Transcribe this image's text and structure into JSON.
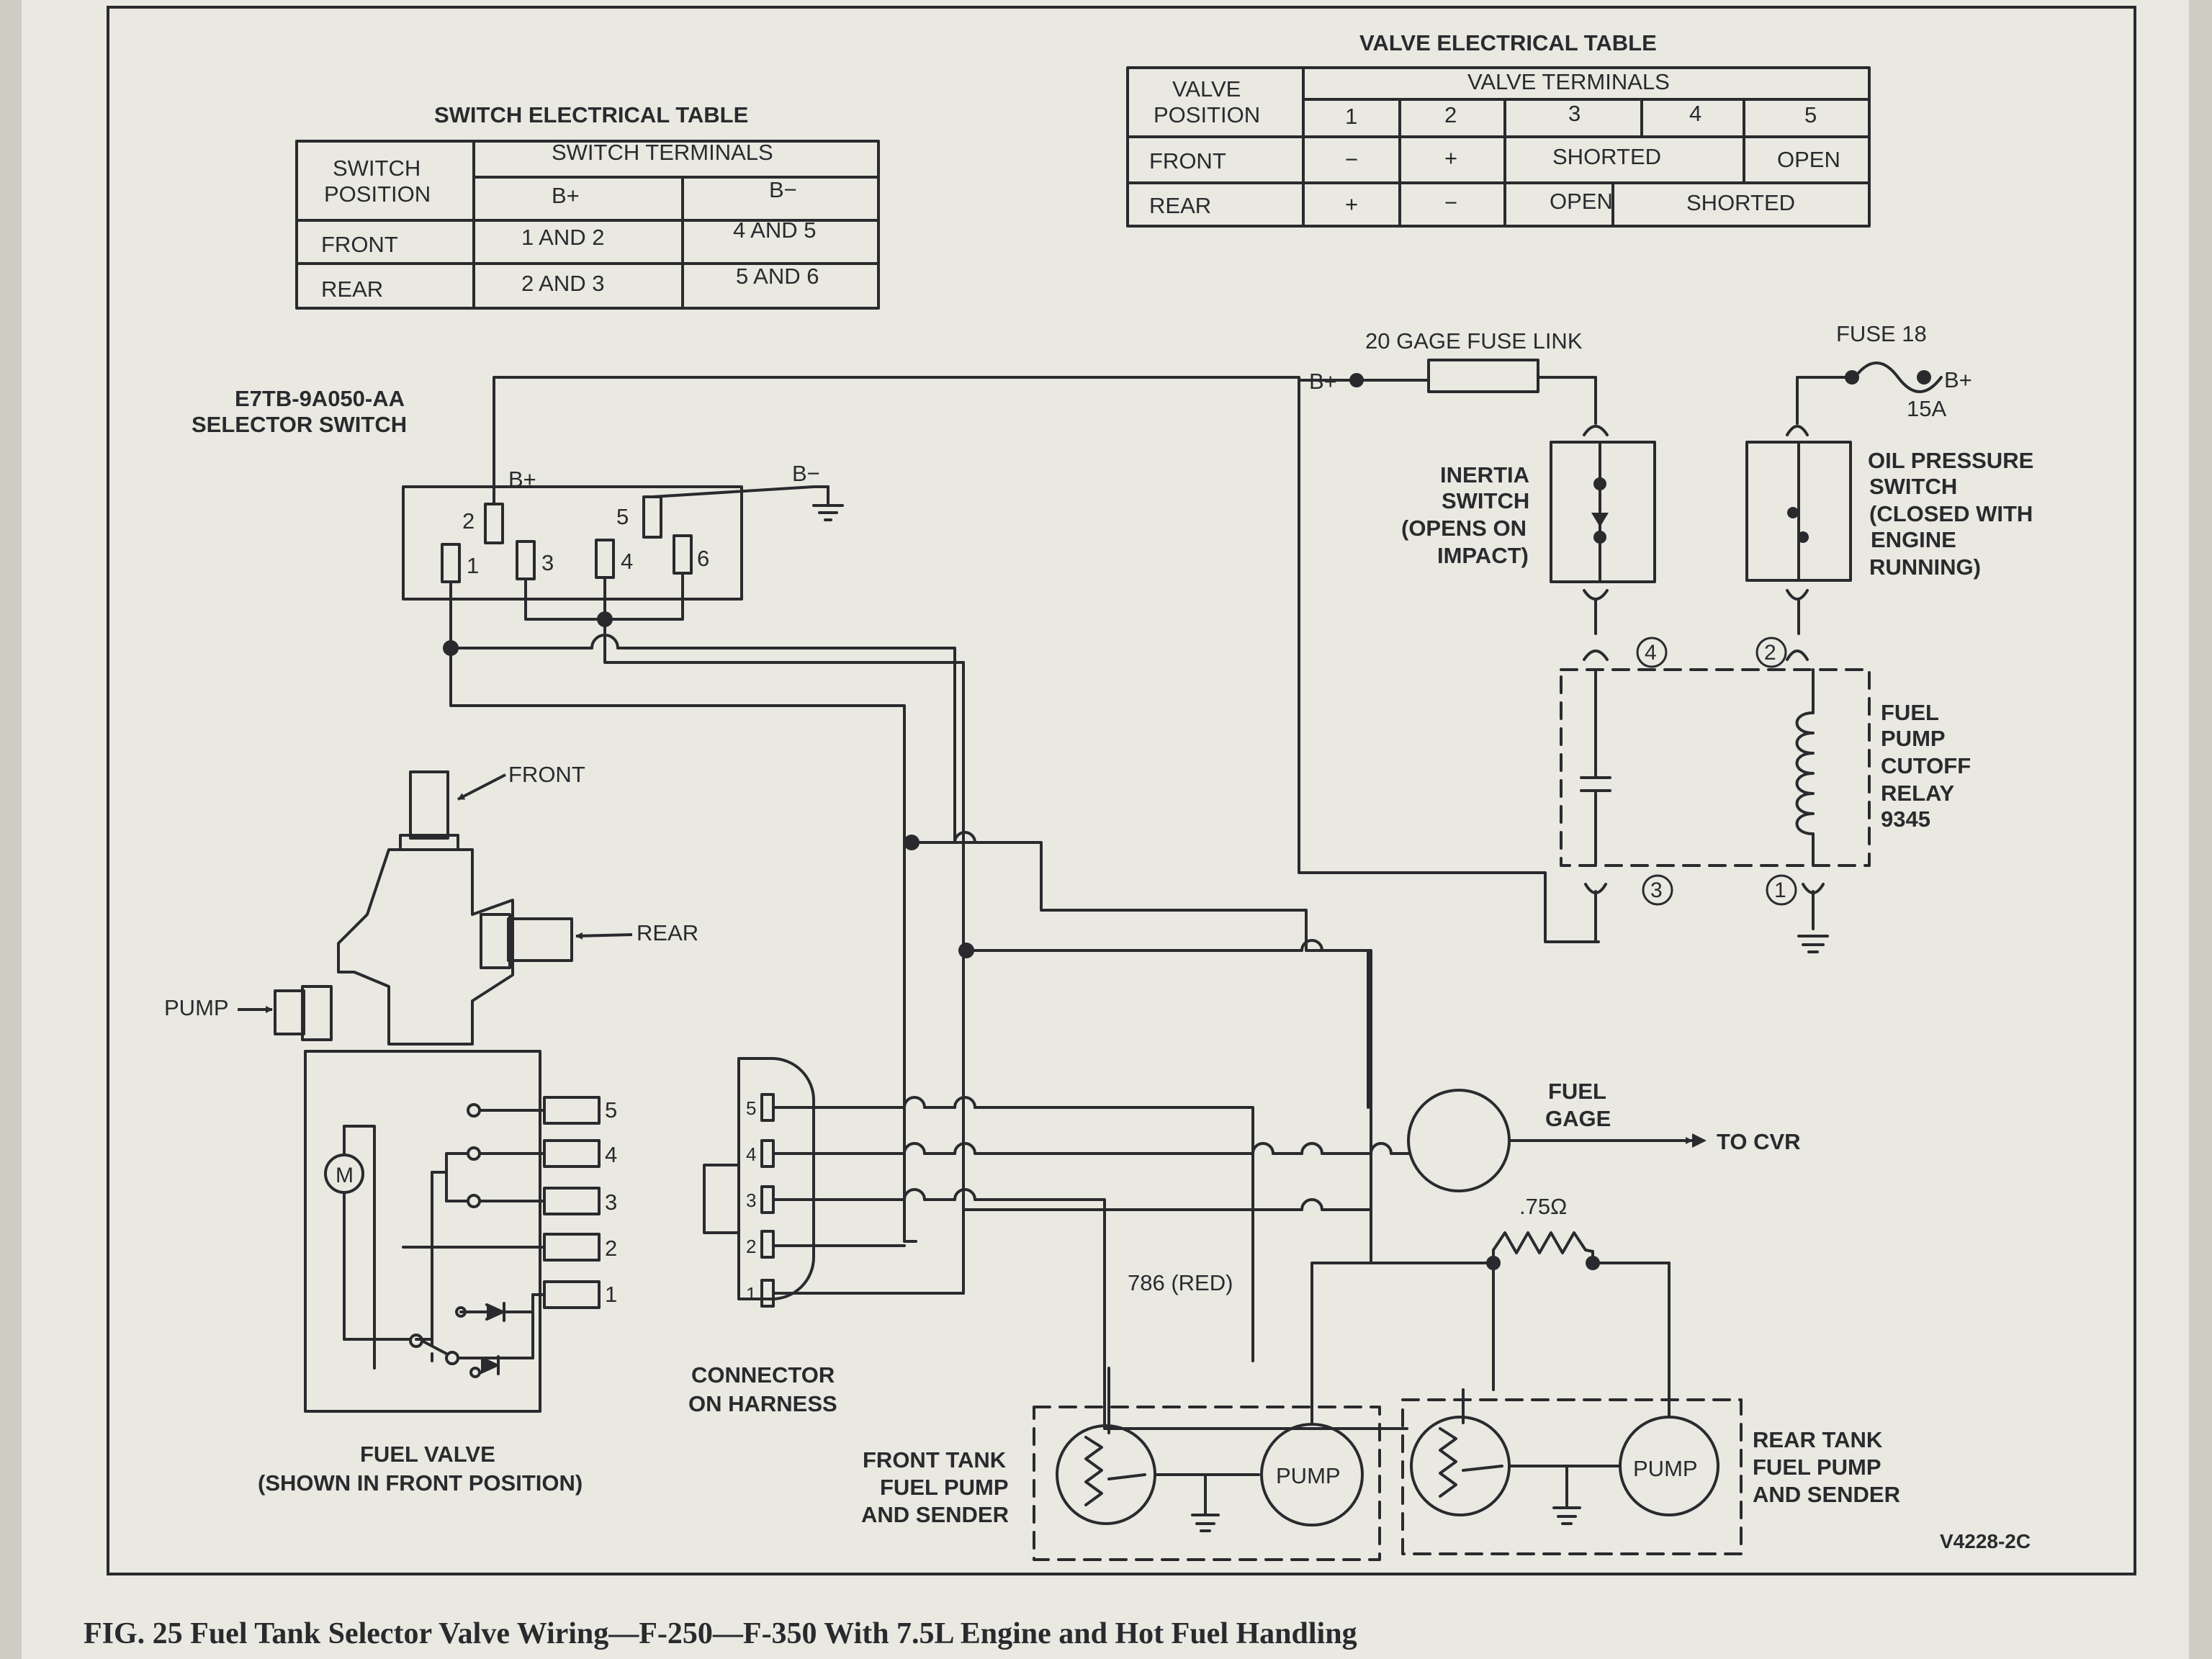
{
  "switch_table": {
    "title": "SWITCH ELECTRICAL TABLE",
    "col1_header": [
      "SWITCH",
      "POSITION"
    ],
    "group_header": "SWITCH TERMINALS",
    "sub_headers": [
      "B+",
      "B−"
    ],
    "rows": [
      {
        "position": "FRONT",
        "bplus": "1 AND 2",
        "bminus": "4 AND 5"
      },
      {
        "position": "REAR",
        "bplus": "2 AND 3",
        "bminus": "5 AND 6"
      }
    ]
  },
  "valve_table": {
    "title": "VALVE ELECTRICAL TABLE",
    "col1_header": [
      "VALVE",
      "POSITION"
    ],
    "group_header": "VALVE TERMINALS",
    "terminals": [
      "1",
      "2",
      "3",
      "4",
      "5"
    ],
    "rows": [
      {
        "position": "FRONT",
        "t1": "−",
        "t2": "+",
        "t34": "SHORTED",
        "t5": "OPEN"
      },
      {
        "position": "REAR",
        "t1": "+",
        "t2": "−",
        "t3": "OPEN",
        "t45": "SHORTED"
      }
    ]
  },
  "selector_switch": {
    "label": [
      "E7TB-9A050-AA",
      "SELECTOR SWITCH"
    ],
    "bplus": "B+",
    "bminus": "B−",
    "terminals": [
      "1",
      "2",
      "3",
      "4",
      "5",
      "6"
    ]
  },
  "fuse_link": {
    "label": "20 GAGE FUSE LINK",
    "bplus": "B+"
  },
  "fuse18": {
    "label": "FUSE 18",
    "bplus": "B+",
    "amps": "15A"
  },
  "inertia_switch": {
    "label": [
      "INERTIA",
      "SWITCH",
      "(OPENS ON",
      "IMPACT)"
    ]
  },
  "oil_pressure_switch": {
    "label": [
      "OIL PRESSURE",
      "SWITCH",
      "(CLOSED WITH",
      "ENGINE",
      "RUNNING)"
    ]
  },
  "relay": {
    "label": [
      "FUEL",
      "PUMP",
      "CUTOFF",
      "RELAY",
      "9345"
    ],
    "pins": [
      "4",
      "2",
      "3",
      "1"
    ]
  },
  "fuel_valve": {
    "front": "FRONT",
    "rear": "REAR",
    "pump": "PUMP",
    "motor": "M",
    "terminals": [
      "5",
      "4",
      "3",
      "2",
      "1"
    ],
    "label": [
      "FUEL VALVE",
      "(SHOWN IN FRONT POSITION)"
    ]
  },
  "connector": {
    "label": [
      "CONNECTOR",
      "ON HARNESS"
    ],
    "pins": [
      "5",
      "4",
      "3",
      "2",
      "1"
    ]
  },
  "fuel_gage": {
    "label": [
      "FUEL",
      "GAGE"
    ],
    "to_cvr": "TO CVR"
  },
  "resistor": {
    "value": ".75Ω"
  },
  "wire_label": "786 (RED)",
  "front_tank": {
    "pump": "PUMP",
    "label": [
      "FRONT TANK",
      "FUEL PUMP",
      "AND SENDER"
    ]
  },
  "rear_tank": {
    "pump": "PUMP",
    "label": [
      "REAR TANK",
      "FUEL PUMP",
      "AND SENDER"
    ]
  },
  "figure_code": "V4228-2C",
  "caption": "FIG. 25  Fuel Tank Selector Valve Wiring—F-250—F-350 With 7.5L Engine and Hot Fuel Handling",
  "colors": {
    "paper": "#e9e8e1",
    "ink": "#2a2a2e",
    "page_edge": "#cfccc3"
  }
}
